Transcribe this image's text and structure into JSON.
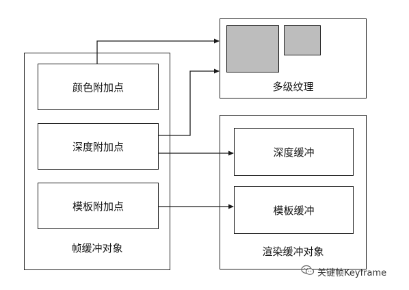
{
  "framebuffer": {
    "label": "帧缓冲对象",
    "attachments": {
      "color": "颜色附加点",
      "depth": "深度附加点",
      "stencil": "模板附加点"
    }
  },
  "texture": {
    "label": "多级纹理"
  },
  "renderbuffer": {
    "label": "渲染缓冲对象",
    "depth": "深度缓冲",
    "stencil": "模板缓冲"
  },
  "watermark": {
    "text": "关键帧Keyframe",
    "icon": "wechat-icon"
  },
  "colors": {
    "stroke": "#1a1a1a",
    "texture_fill": "#bdbdbd"
  }
}
